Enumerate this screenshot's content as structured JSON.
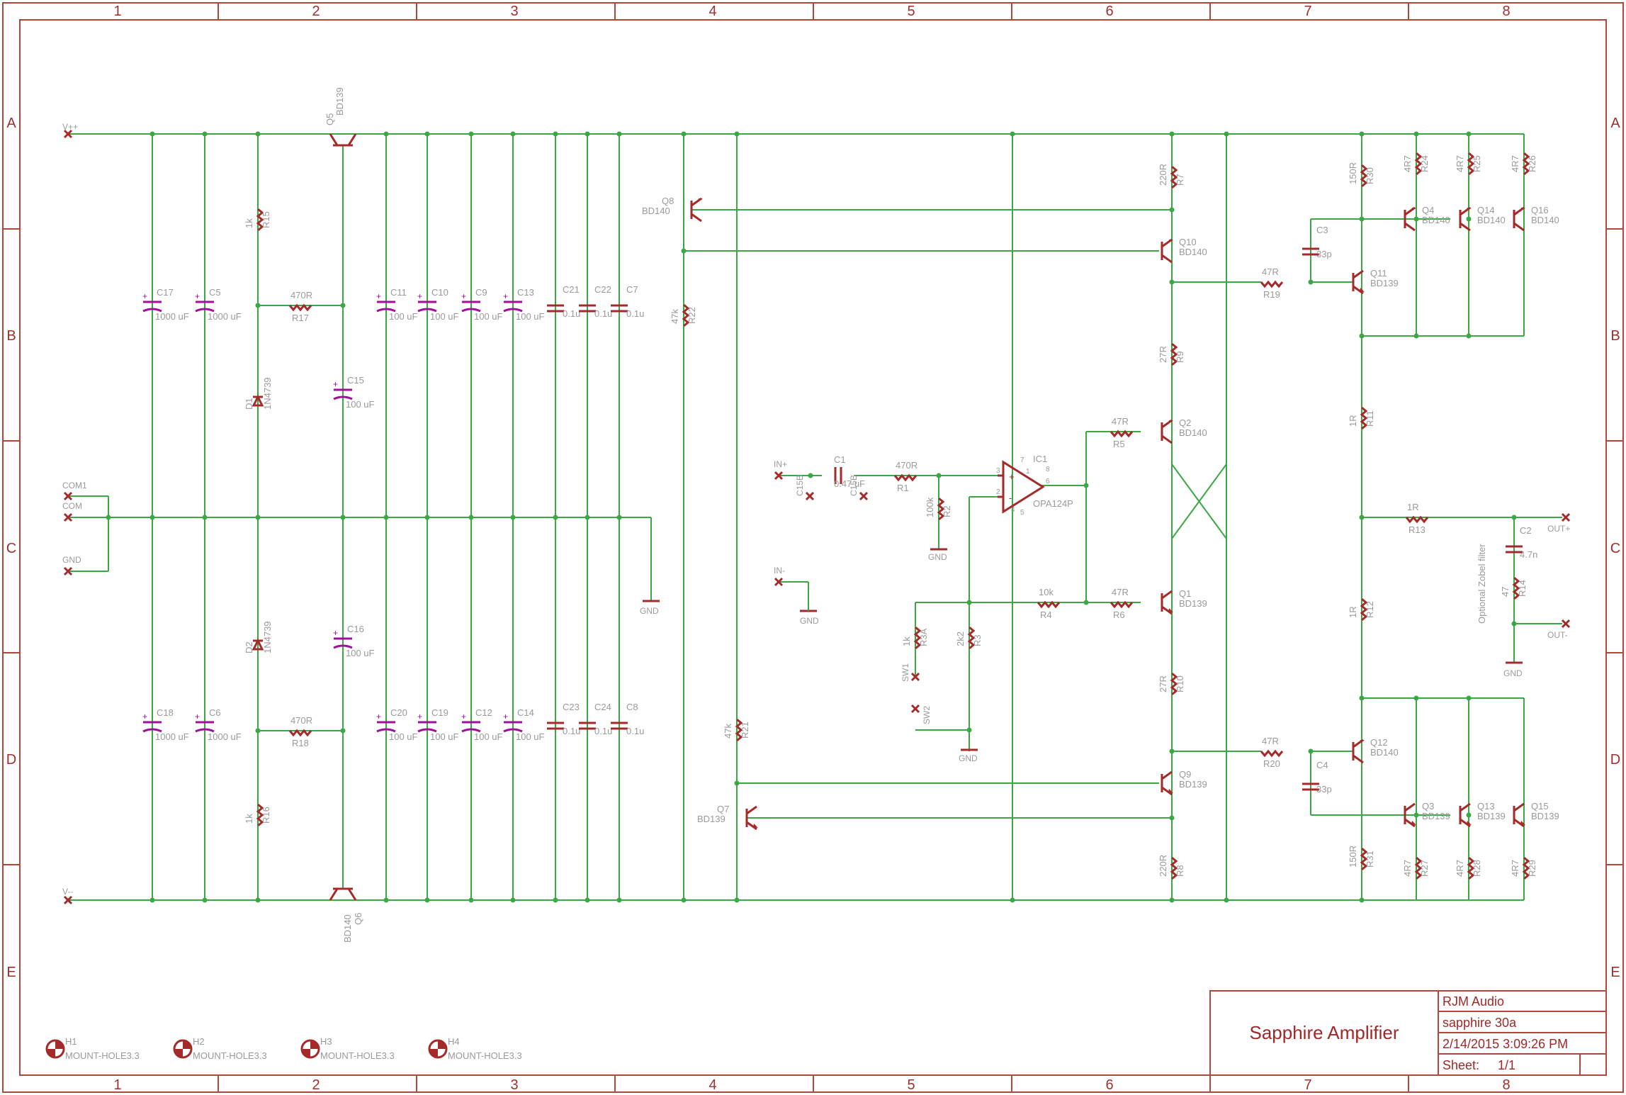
{
  "zones": {
    "columns": [
      "1",
      "2",
      "3",
      "4",
      "5",
      "6",
      "7",
      "8"
    ],
    "rows": [
      "A",
      "B",
      "C",
      "D",
      "E"
    ]
  },
  "title_block": {
    "title": "Sapphire Amplifier",
    "company": "RJM Audio",
    "project": "sapphire 30a",
    "datetime": "2/14/2015 3:09:26 PM",
    "sheet_label": "Sheet:",
    "sheet_value": "1/1"
  },
  "ports": {
    "vpp": "V++",
    "vmm": "V--",
    "com1": "COM1",
    "com": "COM",
    "gnd": "GND",
    "in_plus": "IN+",
    "in_minus": "IN-",
    "out_plus": "OUT+",
    "out_minus": "OUT-",
    "sw1": "SW1",
    "sw2": "SW2"
  },
  "gnd_labels": [
    "GND",
    "GND",
    "GND",
    "GND",
    "GND"
  ],
  "notes": {
    "zobel": "Optional Zobel filter"
  },
  "mount_holes": [
    {
      "name": "H1",
      "value": "MOUNT-HOLE3.3"
    },
    {
      "name": "H2",
      "value": "MOUNT-HOLE3.3"
    },
    {
      "name": "H3",
      "value": "MOUNT-HOLE3.3"
    },
    {
      "name": "H4",
      "value": "MOUNT-HOLE3.3"
    }
  ],
  "ic": {
    "name": "IC1",
    "value": "OPA124P",
    "pins": [
      "1",
      "2",
      "3",
      "4",
      "5",
      "6",
      "7",
      "8"
    ]
  },
  "connectors": {
    "c15b1": "C15B",
    "c15b2": "C15B"
  },
  "transistors": {
    "q5": {
      "name": "Q5",
      "value": "BD139"
    },
    "q6": {
      "name": "Q6",
      "value": "BD140"
    },
    "q8": {
      "name": "Q8",
      "value": "BD140"
    },
    "q7": {
      "name": "Q7",
      "value": "BD139"
    },
    "q10": {
      "name": "Q10",
      "value": "BD140"
    },
    "q9": {
      "name": "Q9",
      "value": "BD139"
    },
    "q2": {
      "name": "Q2",
      "value": "BD140"
    },
    "q1": {
      "name": "Q1",
      "value": "BD139"
    },
    "q11": {
      "name": "Q11",
      "value": "BD139"
    },
    "q12": {
      "name": "Q12",
      "value": "BD140"
    },
    "q4": {
      "name": "Q4",
      "value": "BD140"
    },
    "q14": {
      "name": "Q14",
      "value": "BD140"
    },
    "q16": {
      "name": "Q16",
      "value": "BD140"
    },
    "q3": {
      "name": "Q3",
      "value": "BD139"
    },
    "q13": {
      "name": "Q13",
      "value": "BD139"
    },
    "q15": {
      "name": "Q15",
      "value": "BD139"
    }
  },
  "diodes": {
    "d1": {
      "name": "D1",
      "value": "1N4739"
    },
    "d2": {
      "name": "D2",
      "value": "1N4739"
    }
  },
  "resistors": {
    "r15": {
      "name": "R15",
      "value": "1k"
    },
    "r16": {
      "name": "R16",
      "value": "1k"
    },
    "r17": {
      "name": "R17",
      "value": "470R"
    },
    "r18": {
      "name": "R18",
      "value": "470R"
    },
    "r22": {
      "name": "R22",
      "value": "47k"
    },
    "r21": {
      "name": "R21",
      "value": "47k"
    },
    "r1": {
      "name": "R1",
      "value": "470R"
    },
    "r2": {
      "name": "R2",
      "value": "100k"
    },
    "r3": {
      "name": "R3",
      "value": "2k2"
    },
    "r3a": {
      "name": "R3A",
      "value": "1k"
    },
    "r4": {
      "name": "R4",
      "value": "10k"
    },
    "r5": {
      "name": "R5",
      "value": "47R"
    },
    "r6": {
      "name": "R6",
      "value": "47R"
    },
    "r7": {
      "name": "R7",
      "value": "220R"
    },
    "r8": {
      "name": "R8",
      "value": "220R"
    },
    "r9": {
      "name": "R9",
      "value": "27R"
    },
    "r10": {
      "name": "R10",
      "value": "27R"
    },
    "r19": {
      "name": "R19",
      "value": "47R"
    },
    "r20": {
      "name": "R20",
      "value": "47R"
    },
    "r11": {
      "name": "R11",
      "value": "1R"
    },
    "r12": {
      "name": "R12",
      "value": "1R"
    },
    "r13": {
      "name": "R13",
      "value": "1R"
    },
    "r14": {
      "name": "R14",
      "value": "47"
    },
    "r30": {
      "name": "R30",
      "value": "150R"
    },
    "r31": {
      "name": "R31",
      "value": "150R"
    },
    "r24": {
      "name": "R24",
      "value": "4R7"
    },
    "r25": {
      "name": "R25",
      "value": "4R7"
    },
    "r26": {
      "name": "R26",
      "value": "4R7"
    },
    "r27": {
      "name": "R27",
      "value": "4R7"
    },
    "r28": {
      "name": "R28",
      "value": "4R7"
    },
    "r29": {
      "name": "R29",
      "value": "4R7"
    }
  },
  "capacitors": {
    "c17": {
      "name": "C17",
      "value": "1000 uF"
    },
    "c5": {
      "name": "C5",
      "value": "1000 uF"
    },
    "c18": {
      "name": "C18",
      "value": "1000 uF"
    },
    "c6": {
      "name": "C6",
      "value": "1000 uF"
    },
    "c15": {
      "name": "C15",
      "value": "100 uF"
    },
    "c16": {
      "name": "C16",
      "value": "100 uF"
    },
    "c11": {
      "name": "C11",
      "value": "100 uF"
    },
    "c10": {
      "name": "C10",
      "value": "100 uF"
    },
    "c9": {
      "name": "C9",
      "value": "100 uF"
    },
    "c13": {
      "name": "C13",
      "value": "100 uF"
    },
    "c20": {
      "name": "C20",
      "value": "100 uF"
    },
    "c19": {
      "name": "C19",
      "value": "100 uF"
    },
    "c12": {
      "name": "C12",
      "value": "100 uF"
    },
    "c14": {
      "name": "C14",
      "value": "100 uF"
    },
    "c21": {
      "name": "C21",
      "value": "0.1u"
    },
    "c22": {
      "name": "C22",
      "value": "0.1u"
    },
    "c7": {
      "name": "C7",
      "value": "0.1u"
    },
    "c23": {
      "name": "C23",
      "value": "0.1u"
    },
    "c24": {
      "name": "C24",
      "value": "0.1u"
    },
    "c8": {
      "name": "C8",
      "value": "0.1u"
    },
    "c1": {
      "name": "C1",
      "value": "0.47 uF"
    },
    "c2": {
      "name": "C2",
      "value": "4.7n"
    },
    "c3": {
      "name": "C3",
      "value": "33p"
    },
    "c4": {
      "name": "C4",
      "value": "33p"
    }
  }
}
